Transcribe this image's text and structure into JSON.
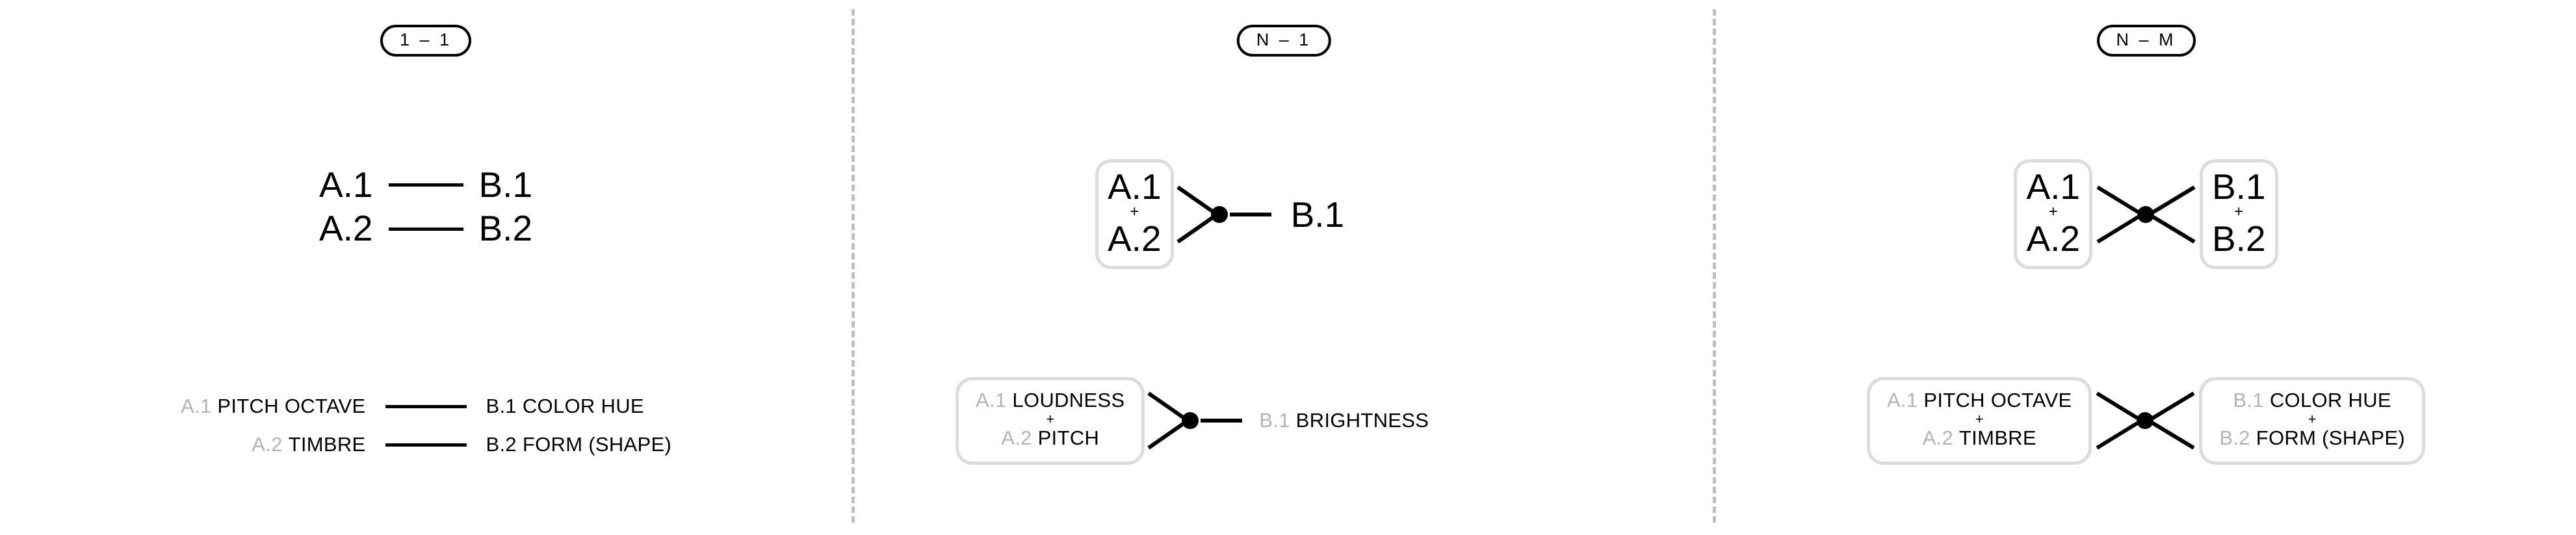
{
  "figure": {
    "type": "diagram",
    "description": "Three-panel comparison of crossmodal mapping cardinalities: one-to-one, many-to-one, and many-to-many.",
    "divider_color": "#bfbfbf",
    "gray_prefix_color": "#b3b3b3",
    "box_border_color": "#dcdcdc",
    "ink_color": "#000000"
  },
  "panels": [
    {
      "id": "one-to-one",
      "badge": "1 – 1",
      "abstract": {
        "kind": "parallel-pairs",
        "pairs": [
          {
            "left": "A.1",
            "right": "B.1"
          },
          {
            "left": "A.2",
            "right": "B.2"
          }
        ]
      },
      "concrete": {
        "kind": "parallel-pairs",
        "pairs": [
          {
            "left_prefix": "A.1",
            "left_term": "PITCH OCTAVE",
            "right_prefix": "B.1",
            "right_term": "COLOR HUE"
          },
          {
            "left_prefix": "A.2",
            "left_term": "TIMBRE",
            "right_prefix": "B.2",
            "right_term": "FORM (SHAPE)"
          }
        ]
      }
    },
    {
      "id": "many-to-one",
      "badge": "N – 1",
      "abstract": {
        "kind": "fan-in",
        "source_group": {
          "items": [
            "A.1",
            "A.2"
          ],
          "operator": "+"
        },
        "target": "B.1"
      },
      "concrete": {
        "kind": "fan-in",
        "source_group": {
          "operator": "+",
          "items": [
            {
              "prefix": "A.1",
              "term": "LOUDNESS"
            },
            {
              "prefix": "A.2",
              "term": "PITCH"
            }
          ]
        },
        "target": {
          "prefix": "B.1",
          "term": "BRIGHTNESS"
        }
      }
    },
    {
      "id": "many-to-many",
      "badge": "N – M",
      "abstract": {
        "kind": "fan-in-out",
        "source_group": {
          "items": [
            "A.1",
            "A.2"
          ],
          "operator": "+"
        },
        "target_group": {
          "items": [
            "B.1",
            "B.2"
          ],
          "operator": "+"
        }
      },
      "concrete": {
        "kind": "fan-in-out",
        "source_group": {
          "operator": "+",
          "items": [
            {
              "prefix": "A.1",
              "term": "PITCH OCTAVE"
            },
            {
              "prefix": "A.2",
              "term": "TIMBRE"
            }
          ]
        },
        "target_group": {
          "operator": "+",
          "items": [
            {
              "prefix": "B.1",
              "term": "COLOR HUE"
            },
            {
              "prefix": "B.2",
              "term": "FORM (SHAPE)"
            }
          ]
        }
      }
    }
  ]
}
